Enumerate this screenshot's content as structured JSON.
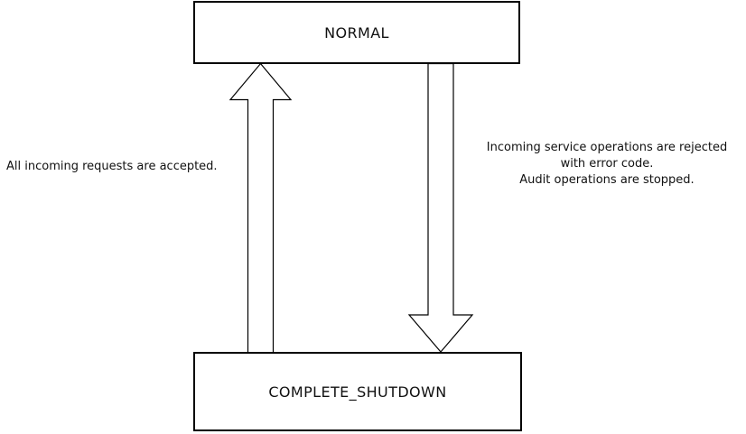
{
  "diagram": {
    "type": "state-transition",
    "background_color": "#ffffff",
    "line_color": "#000000",
    "text_color": "#111111",
    "nodes": [
      {
        "id": "normal",
        "label": "NORMAL"
      },
      {
        "id": "complete_shutdown",
        "label": "COMPLETE_SHUTDOWN"
      }
    ],
    "edges": [
      {
        "from": "complete_shutdown",
        "to": "normal",
        "direction": "up",
        "label": "All incoming requests are accepted."
      },
      {
        "from": "normal",
        "to": "complete_shutdown",
        "direction": "down",
        "label_lines": [
          "Incoming service operations are rejected",
          "with error code.",
          "Audit operations are stopped."
        ]
      }
    ]
  }
}
